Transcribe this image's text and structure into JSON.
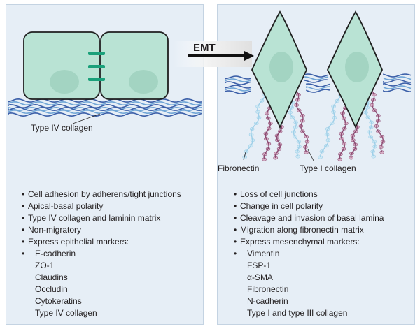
{
  "process_label": "EMT",
  "epithelial": {
    "matrix_label": "Type IV collagen",
    "properties": [
      "Cell adhesion by adherens/tight junctions",
      "Apical-basal polarity",
      "Type IV collagen and laminin matrix",
      "Non-migratory",
      "Express epithelial markers:"
    ],
    "markers": [
      "E-cadherin",
      "ZO-1",
      "Claudins",
      "Occludin",
      "Cytokeratins",
      "Type IV collagen"
    ]
  },
  "mesenchymal": {
    "fibronectin_label": "Fibronectin",
    "collagen_label": "Type I collagen",
    "properties": [
      "Loss of cell junctions",
      "Change in cell polarity",
      "Cleavage and invasion of basal lamina",
      "Migration along fibronectin matrix",
      "Express mesenchymal markers:"
    ],
    "markers": [
      "Vimentin",
      "FSP-1",
      "α-SMA",
      "Fibronectin",
      "N-cadherin",
      "Type I and type III collagen"
    ]
  },
  "colors": {
    "panel": "#e6eef6",
    "cell_fill": "#b9e3d4",
    "nucleus": "#a3d4c2",
    "junction": "#1aa07a",
    "collagen_iv_a": "#3b5fa8",
    "collagen_iv_b": "#6fa5d6",
    "fibronectin": "#9ecfe8",
    "collagen_i": "#8d4c73",
    "collagen_i_light": "#d9b3c9"
  }
}
